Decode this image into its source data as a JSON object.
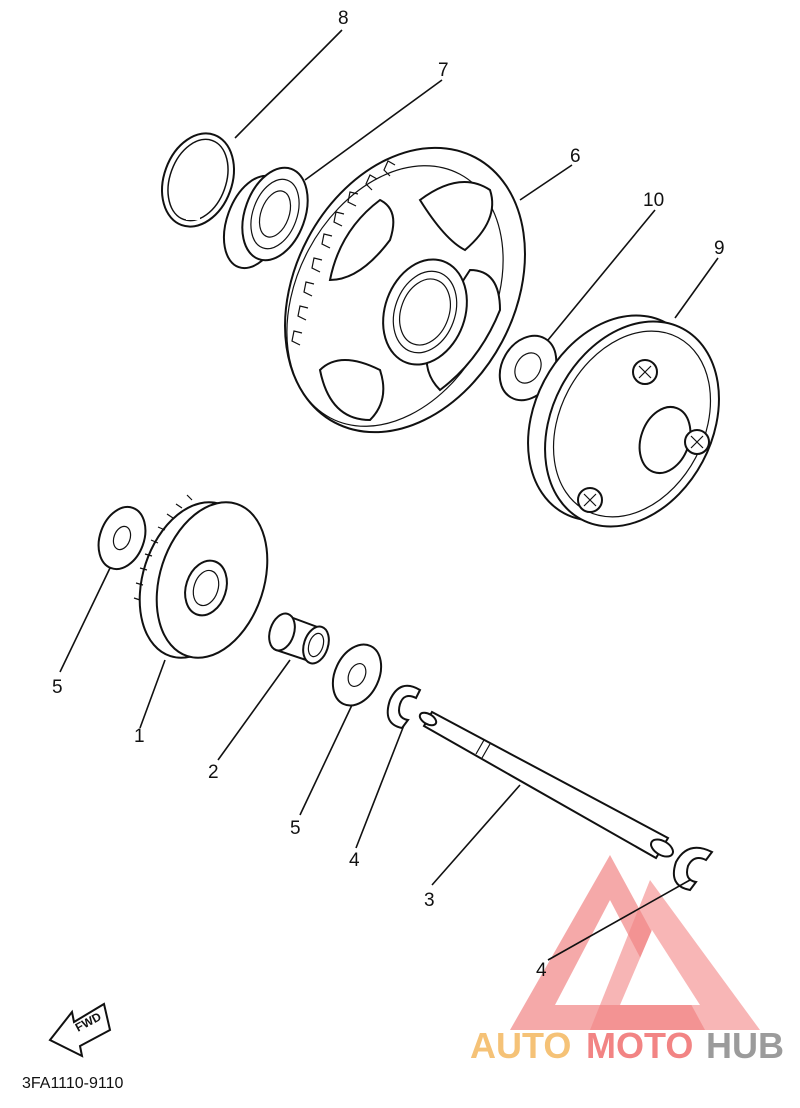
{
  "diagram": {
    "callouts": [
      "8",
      "7",
      "6",
      "10",
      "9",
      "5",
      "1",
      "2",
      "5",
      "4",
      "3",
      "4"
    ],
    "fwd_label": "FWD",
    "part_code": "3FA1110-9110"
  },
  "watermark": {
    "text_auto": "AUTO",
    "text_moto": "MOTO",
    "text_hub": "HUB",
    "colors": {
      "red": "#f06f6f",
      "orange": "#f4b860",
      "gray": "#8a8a8a"
    }
  }
}
